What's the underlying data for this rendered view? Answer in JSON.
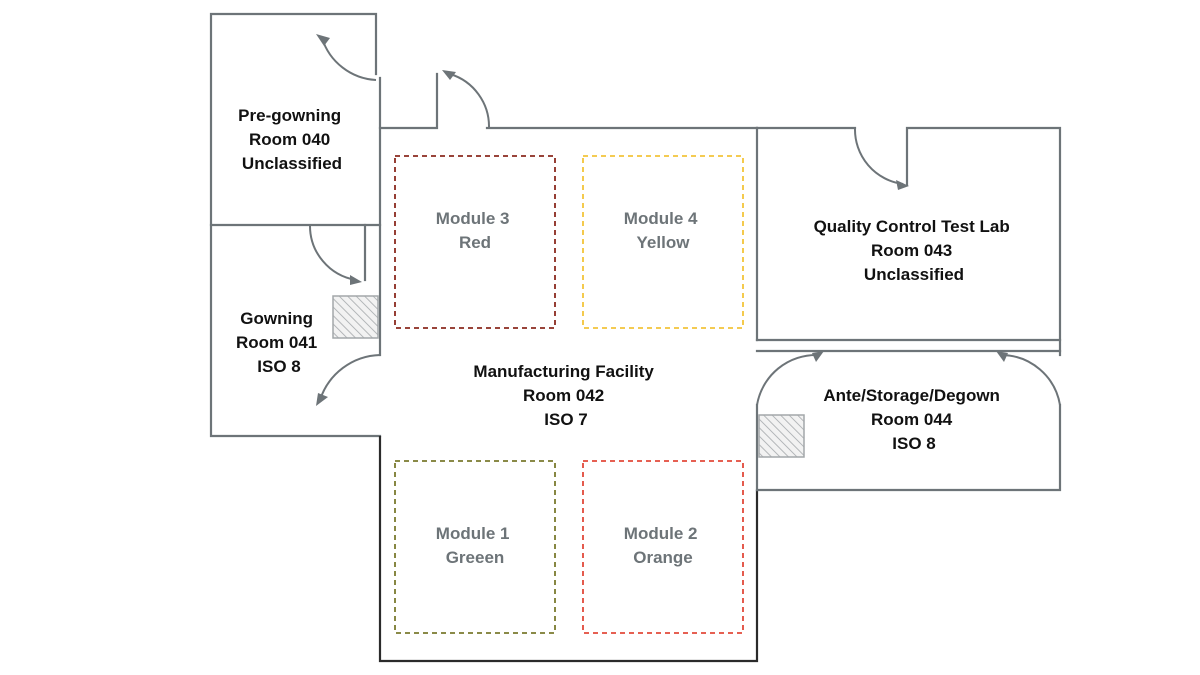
{
  "rooms": [
    {
      "id": "pregowning",
      "lines": [
        "Pre-gowning",
        "Room 040",
        "Unclassified"
      ]
    },
    {
      "id": "gowning",
      "lines": [
        "Gowning",
        "Room 041",
        "ISO 8"
      ]
    },
    {
      "id": "manufacturing",
      "lines": [
        "Manufacturing Facility",
        "Room 042",
        "ISO 7"
      ]
    },
    {
      "id": "qc-lab",
      "lines": [
        "Quality Control Test Lab",
        "Room 043",
        "Unclassified"
      ]
    },
    {
      "id": "ante",
      "lines": [
        "Ante/Storage/Degown",
        "Room 044",
        "ISO 8"
      ]
    }
  ],
  "modules": [
    {
      "id": "module-3",
      "lines": [
        "Module 3",
        "Red"
      ],
      "color": "#8b2a1f"
    },
    {
      "id": "module-4",
      "lines": [
        "Module 4",
        "Yellow"
      ],
      "color": "#f3c43a"
    },
    {
      "id": "module-1",
      "lines": [
        "Module 1",
        "Greeen"
      ],
      "color": "#7a7a2e"
    },
    {
      "id": "module-2",
      "lines": [
        "Module 2",
        "Orange"
      ],
      "color": "#e2493a"
    }
  ],
  "colors": {
    "wall": "#6d7478",
    "manufacturing_outline": "#2b2b2b",
    "module_text": "#6d7478",
    "room_text": "#111111"
  }
}
